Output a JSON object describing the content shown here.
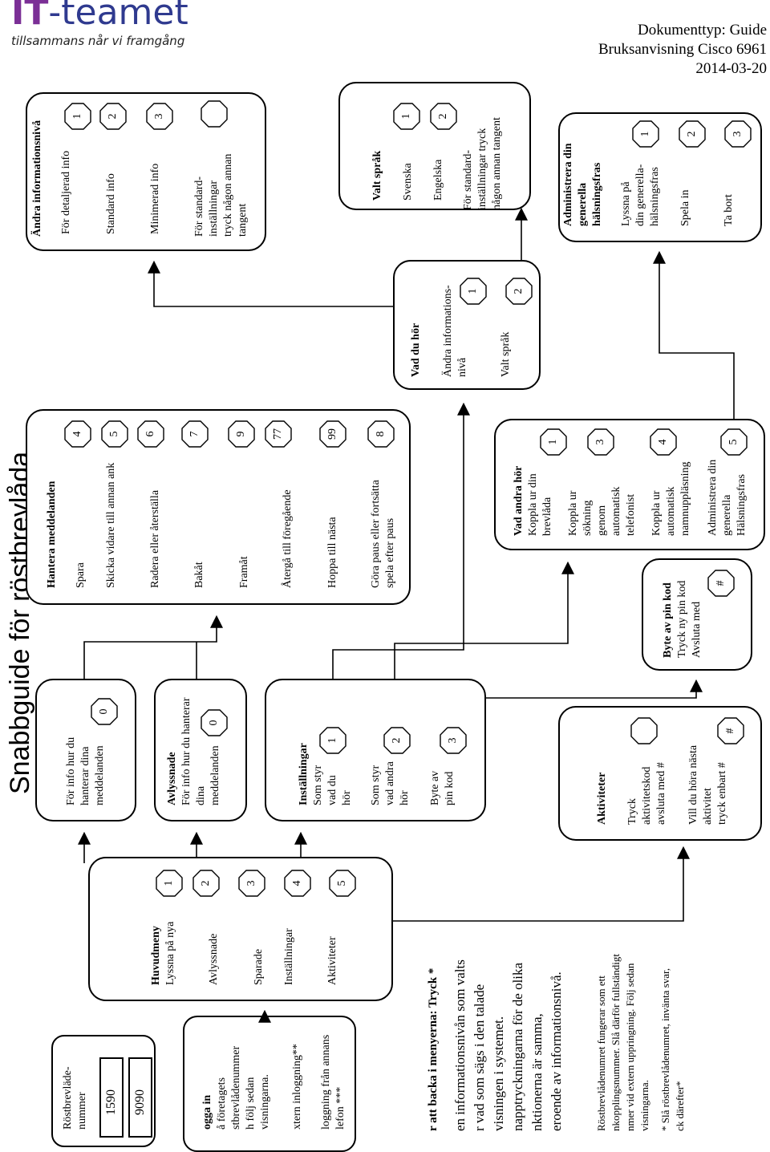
{
  "header": {
    "logo_it": "IT",
    "logo_rest": "-teamet",
    "logo_tagline": "tillsammans når vi framgång",
    "doc_type": "Dokumenttyp: Guide",
    "doc_name": "Bruksanvisning Cisco 6961",
    "doc_date": "2014-03-20"
  },
  "title": "Snabbguide för röstbrevlåda",
  "andra_info": {
    "heading": "Ändra informationsnivå",
    "item1": "För  detaljerad info",
    "item2": "Standard info",
    "item3": "Minimerad info",
    "item4a": "För standard-",
    "item4b": "inställningar",
    "item4c": "tryck någon annan",
    "item4d": "tangent",
    "k1": "1",
    "k2": "2",
    "k3": "3"
  },
  "valt_sprak": {
    "heading": "Valt språk",
    "item1": "Svenska",
    "item2": "Engelska",
    "item3a": "För standard-",
    "item3b": "inställningar tryck",
    "item3c": "någon annan tangent",
    "k1": "1",
    "k2": "2"
  },
  "halsningsfras": {
    "heading_a": "Administrera din",
    "heading_b": "generella",
    "heading_c": "hälsningsfras",
    "item1a": "Lyssna på",
    "item1b": "din generella-",
    "item1c": "hälsningsfras",
    "item2": "Spela in",
    "item3": "Ta bort",
    "k1": "1",
    "k2": "2",
    "k3": "3"
  },
  "hantera": {
    "heading": "Hantera meddelanden",
    "i1": "Spara",
    "i2": "Skicka vidare till annan ank",
    "i3": "Radera eller återställa",
    "i4": "Bakåt",
    "i5": "Framåt",
    "i6": "Återgå till föregående",
    "i7": "Hoppa till nästa",
    "i8a": "Göra paus eller fortsätta",
    "i8b": "spela efter paus",
    "k1": "4",
    "k2": "5",
    "k3": "6",
    "k4": "7",
    "k5": "9",
    "k6": "77",
    "k7": "99",
    "k8": "8"
  },
  "vad_du_hor": {
    "heading": "Vad du hör",
    "item1a": "Ändra informations-",
    "item1b": "nivå",
    "item2": "Valt språk",
    "k1": "1",
    "k2": "2"
  },
  "vad_andra_hor": {
    "heading": "Vad andra hör",
    "i1a": "Koppla ur din",
    "i1b": "brevlåda",
    "i2a": "Koppla ur",
    "i2b": "sökning",
    "i2c": "genom",
    "i2d": "automatisk",
    "i2e": "telefonist",
    "i3a": "Koppla ur",
    "i3b": "automatisk",
    "i3c": "namnuppläsning",
    "i4a": "Administrera din",
    "i4b": "generella",
    "i4c": "Hälsningsfras",
    "k1": "1",
    "k2": "3",
    "k3": "4",
    "k4": "5"
  },
  "byte_pin": {
    "heading": "Byte av pin kod",
    "line1": "Tryck ny pin kod",
    "line2": "Avsluta med",
    "k1": "#"
  },
  "info_hantera": {
    "l1": "För info hur du",
    "l2": "hanterar dina",
    "l3": "meddelanden",
    "k1": "0"
  },
  "avlyssnade": {
    "heading": "Avlyssnade",
    "l1": "För info hur du  hanterar",
    "l2": "dina",
    "l3": "meddelanden",
    "k1": "0"
  },
  "installningar": {
    "heading": "Inställningar",
    "i1a": "Som styr",
    "i1b": "vad du",
    "i1c": "hör",
    "i2a": "Som styr",
    "i2b": "vad andra",
    "i2c": "hör",
    "i3a": "Byte av",
    "i3b": "pin kod",
    "k1": "1",
    "k2": "2",
    "k3": "3"
  },
  "aktiviteter": {
    "heading": "Aktiviteter",
    "i1a": "Tryck",
    "i1b": "aktivitetskod",
    "i1c": "avsluta med #",
    "i2a": "Vill du höra nästa",
    "i2b": "aktivitet",
    "i2c": "tryck enbart #",
    "k1": "#"
  },
  "huvudmeny": {
    "heading": "Huvudmeny",
    "i1": "Lyssna på nya",
    "i2": "Avlyssnade",
    "i3": "Sparade",
    "i4": "Inställningar",
    "i5": "Aktiviteter",
    "k1": "1",
    "k2": "2",
    "k3": "3",
    "k4": "4",
    "k5": "5"
  },
  "rostbrevlade": {
    "l1": "Röstbrevläde-",
    "l2": "nummer",
    "n1": "1590",
    "n2": "9090"
  },
  "logga_in": {
    "l1": "ogga in",
    "l2": "å företagets",
    "l3": "stbrevlådenummer",
    "l4": "h följ sedan",
    "l5": "visningarna.",
    "l6": "xtern inloggning**",
    "l7": "loggning från annans",
    "l8": "lefon ***"
  },
  "backa": {
    "l1": "r att backa i menyerna: Tryck *",
    "l2": "en informationsnivån som valts",
    "l3": "r vad som sägs i den talade",
    "l4": "visningen i systemet.",
    "l5": "napptryckningarna för de olika",
    "l6": "nktionerna är samma,",
    "l7": "eroende av informationsnivå."
  },
  "fotnot": {
    "l1": "Röstbrevlådenumret fungerar som ett",
    "l2": "nkopplingsnummer. Slå därför fullständigt",
    "l3": "nmer vid extern uppringning. Följ sedan",
    "l4": "visningarna.",
    "l5": "* Slå röstbrevlådenumret, invänta svar,",
    "l6": "ck därefter*"
  }
}
